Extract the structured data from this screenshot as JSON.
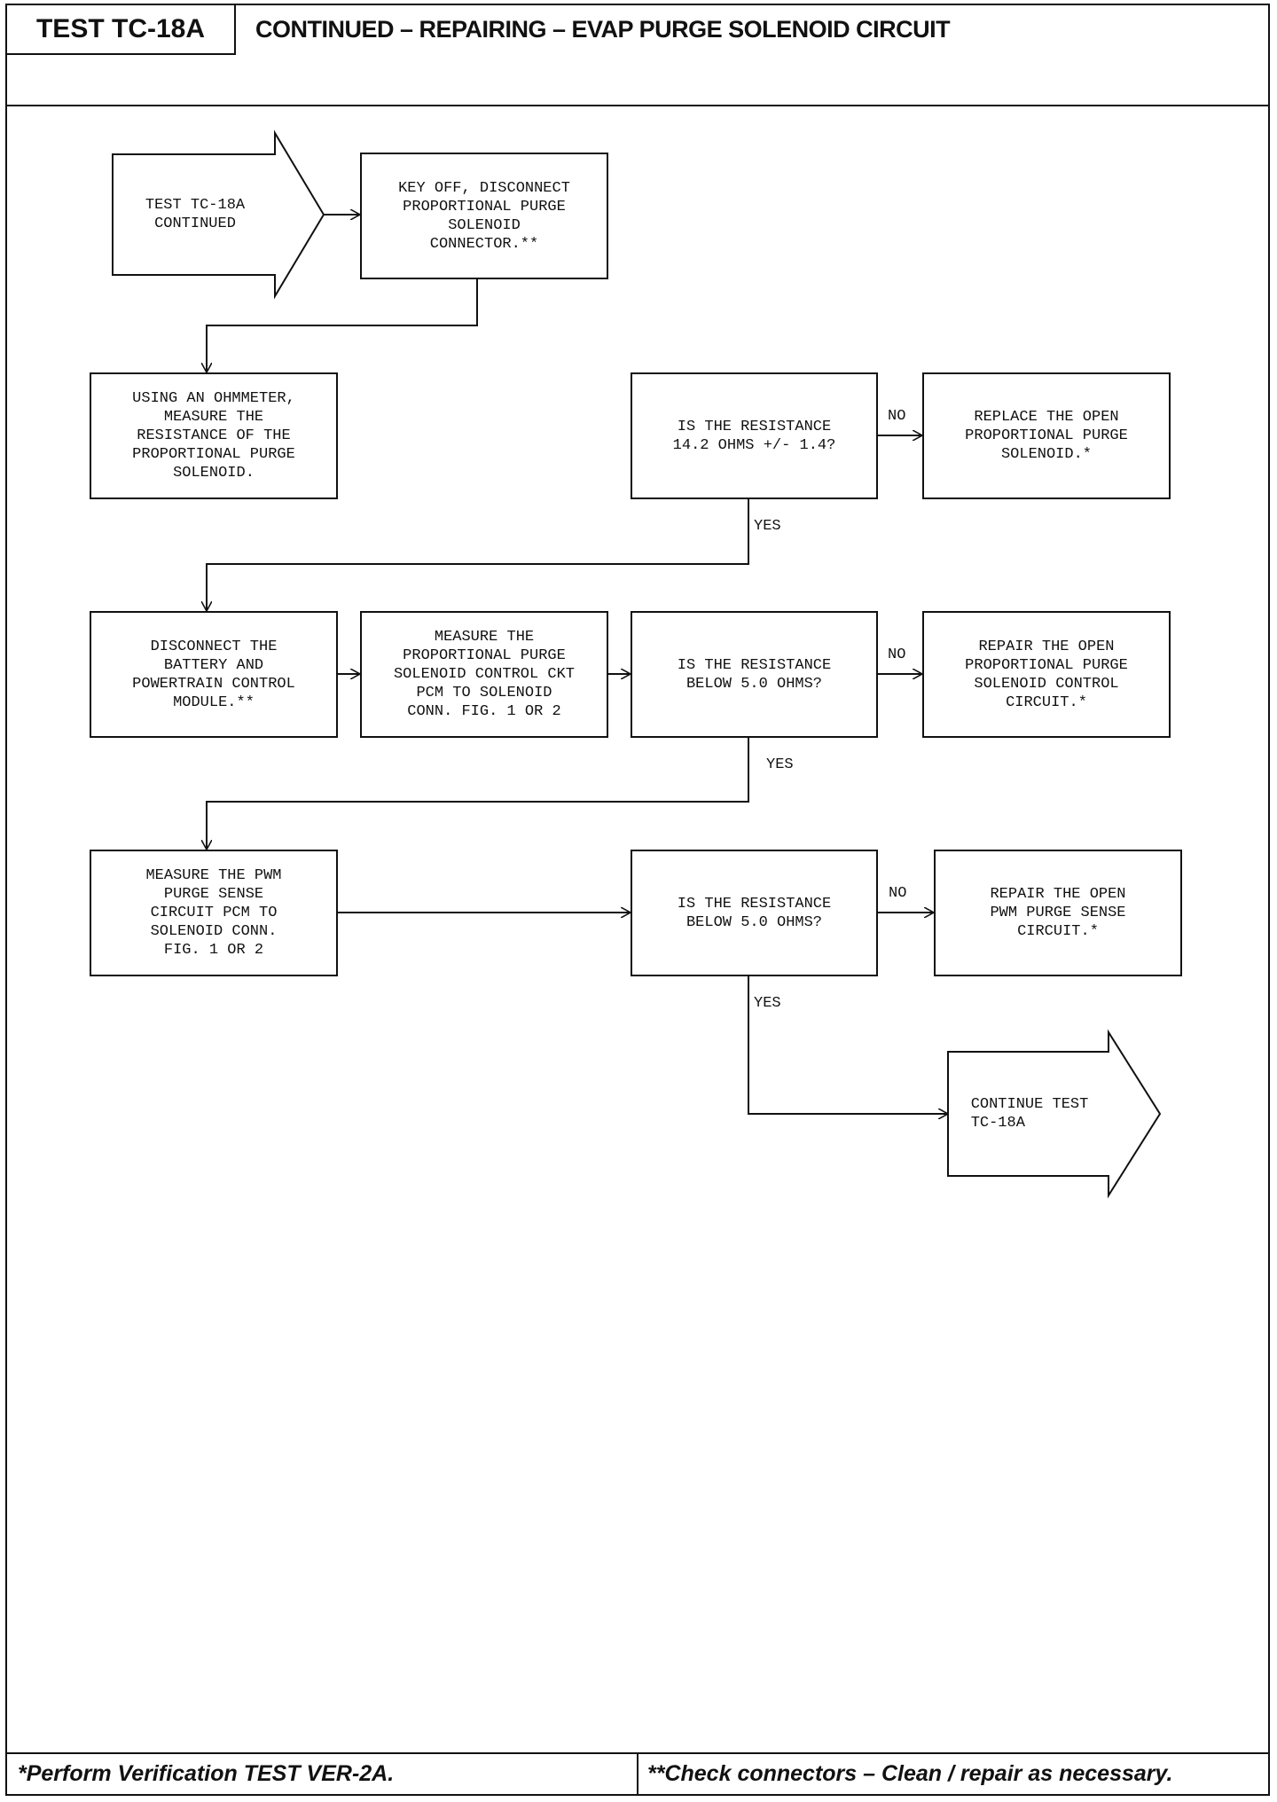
{
  "header": {
    "test_id": "TEST TC-18A",
    "title": "CONTINUED – REPAIRING – EVAP PURGE SOLENOID CIRCUIT"
  },
  "flow": {
    "start": "TEST TC-18A\nCONTINUED",
    "key_off": "KEY OFF, DISCONNECT\nPROPORTIONAL PURGE\nSOLENOID\nCONNECTOR.**",
    "ohmmeter": "USING AN OHMMETER,\nMEASURE THE\nRESISTANCE OF THE\nPROPORTIONAL PURGE\nSOLENOID.",
    "q1": "IS THE RESISTANCE\n14.2 OHMS +/- 1.4?",
    "replace": "REPLACE THE OPEN\nPROPORTIONAL PURGE\nSOLENOID.*",
    "disconnect_battery": "DISCONNECT THE\nBATTERY AND\nPOWERTRAIN CONTROL\nMODULE.**",
    "measure_control": "MEASURE THE\nPROPORTIONAL PURGE\nSOLENOID CONTROL CKT\nPCM TO SOLENOID\nCONN.    FIG. 1 OR 2",
    "q2": "IS THE RESISTANCE\nBELOW 5.0 OHMS?",
    "repair_control": "REPAIR THE OPEN\nPROPORTIONAL PURGE\nSOLENOID CONTROL\nCIRCUIT.*",
    "measure_pwm": "MEASURE THE PWM\nPURGE SENSE\nCIRCUIT PCM TO\nSOLENOID CONN.\nFIG. 1 OR 2",
    "q3": "IS THE RESISTANCE\nBELOW 5.0 OHMS?",
    "repair_pwm": "REPAIR THE OPEN\nPWM PURGE SENSE\nCIRCUIT.*",
    "end": "CONTINUE TEST\n TC-18A"
  },
  "labels": {
    "no": "NO",
    "yes": "YES"
  },
  "footer": {
    "left": "*Perform Verification TEST VER-2A.",
    "right": "**Check connectors – Clean / repair as necessary."
  }
}
